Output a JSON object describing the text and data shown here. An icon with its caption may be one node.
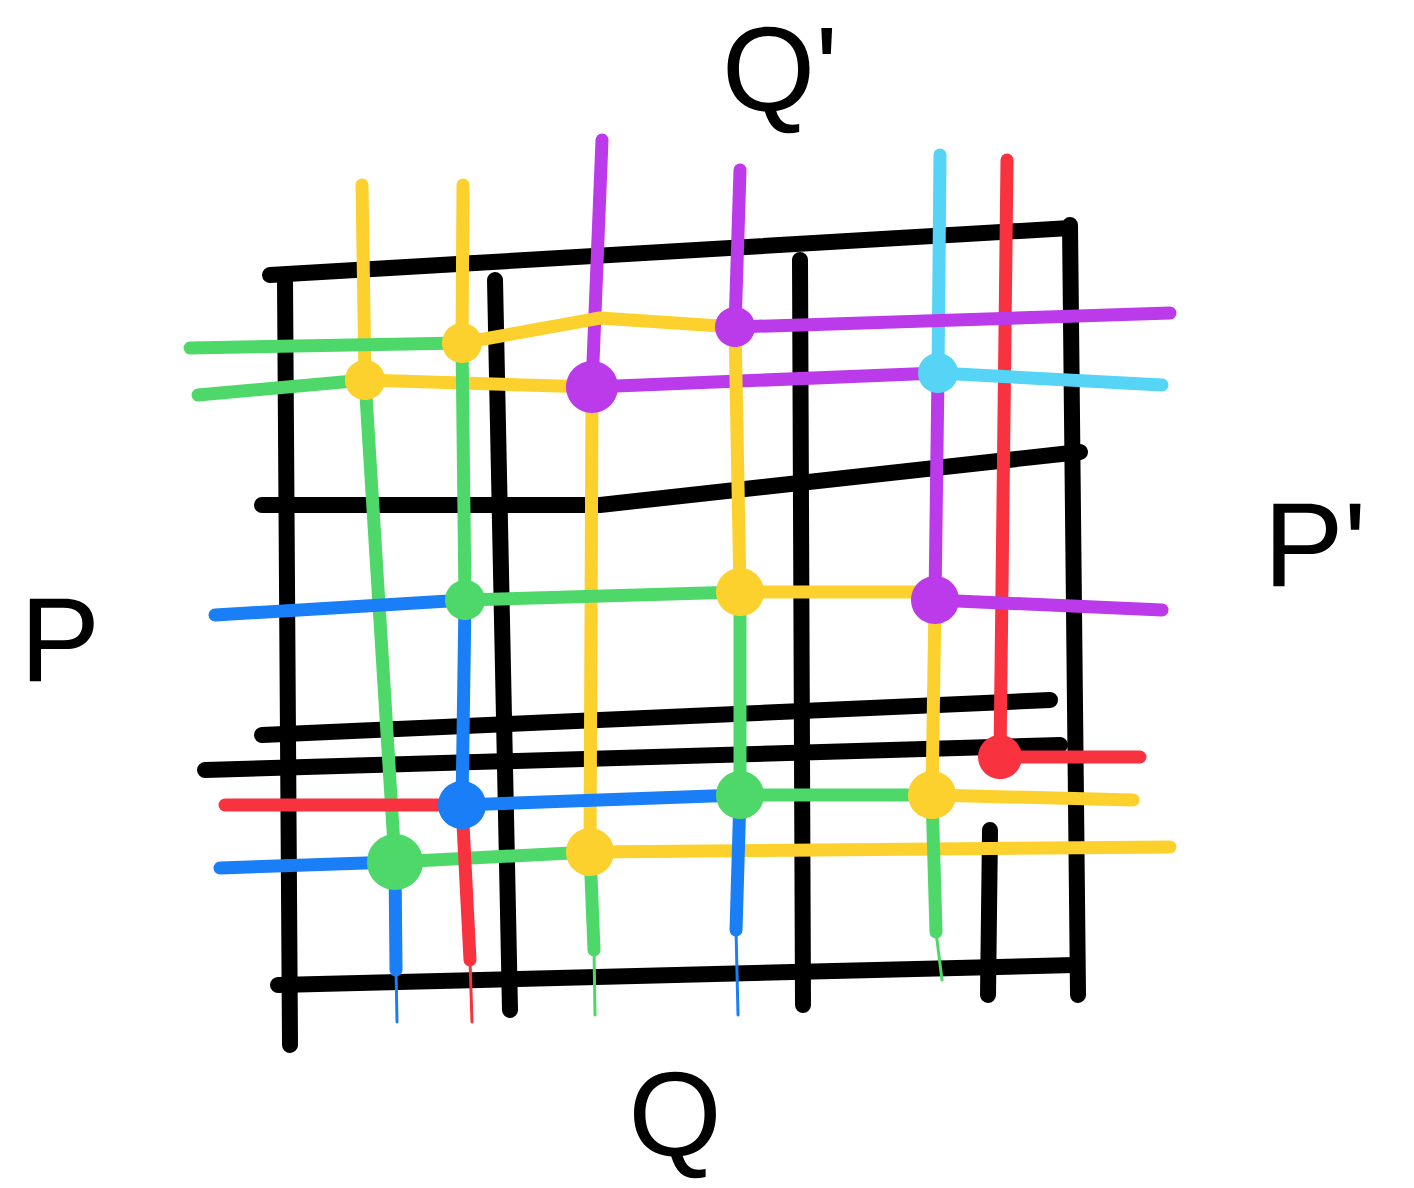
{
  "diagram": {
    "labels": [
      "Q'",
      "P",
      "P'",
      "Q"
    ]
  }
}
